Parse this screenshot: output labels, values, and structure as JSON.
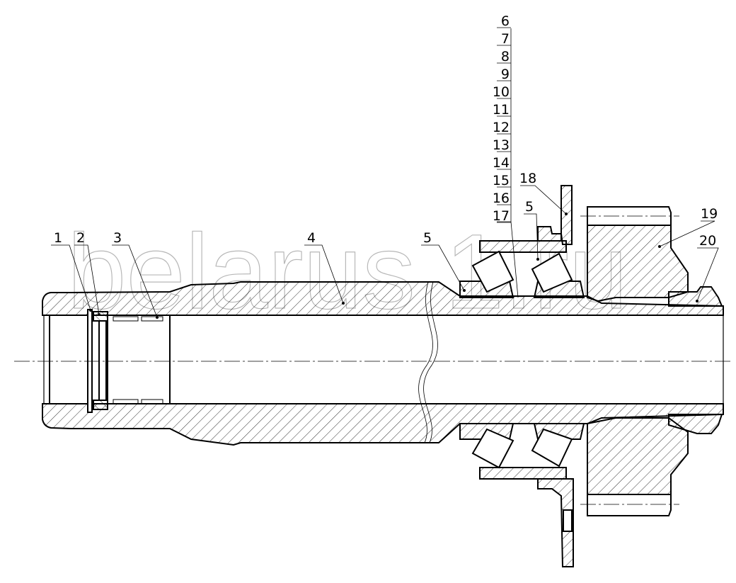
{
  "watermark": "belarus 1.ru",
  "callouts": {
    "c1": "1",
    "c2": "2",
    "c3": "3",
    "c4": "4",
    "c5a": "5",
    "c5b": "5",
    "c18": "18",
    "c19": "19",
    "c20": "20"
  },
  "stack": [
    "6",
    "7",
    "8",
    "9",
    "10",
    "11",
    "12",
    "13",
    "14",
    "15",
    "16",
    "17"
  ]
}
